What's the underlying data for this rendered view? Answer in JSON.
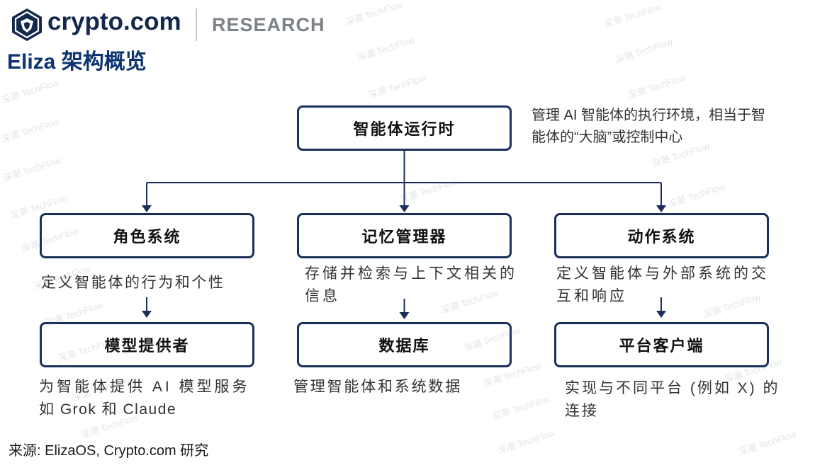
{
  "header": {
    "logo_icon": "crypto-com-lion-shield-icon",
    "brand": "crypto.com",
    "section": "RESEARCH"
  },
  "title": "Eliza 架构概览",
  "diagram": {
    "root": {
      "label": "智能体运行时",
      "note_lines": [
        "管理 AI 智能体的执行环境，相当于智",
        "能体的“大脑”或控制中心"
      ]
    },
    "columns": [
      {
        "module": {
          "label": "角色系统",
          "desc_lines": [
            "定义智能体的行为和个性"
          ]
        },
        "child": {
          "label": "模型提供者",
          "desc_lines": [
            "为智能体提供 AI 模型服务",
            "如 Grok 和 Claude"
          ]
        }
      },
      {
        "module": {
          "label": "记忆管理器",
          "desc_lines": [
            "存储并检索与上下文相关的",
            "信息"
          ]
        },
        "child": {
          "label": "数据库",
          "desc_lines": [
            "管理智能体和系统数据"
          ]
        }
      },
      {
        "module": {
          "label": "动作系统",
          "desc_lines": [
            "定义智能体与外部系统的交",
            "互和响应"
          ]
        },
        "child": {
          "label": "平台客户端",
          "desc_lines": [
            "实现与不同平台 (例如 X) 的",
            "连接"
          ]
        }
      }
    ]
  },
  "source": "来源: ElizaOS, Crypto.com 研究",
  "watermark": {
    "text": "深潮 TechFlow"
  },
  "colors": {
    "brand_navy": "#13284c",
    "title_blue": "#0d3470",
    "box_border": "#1b2f5a",
    "research_gray": "#7d828a",
    "desc_text": "#333333"
  }
}
